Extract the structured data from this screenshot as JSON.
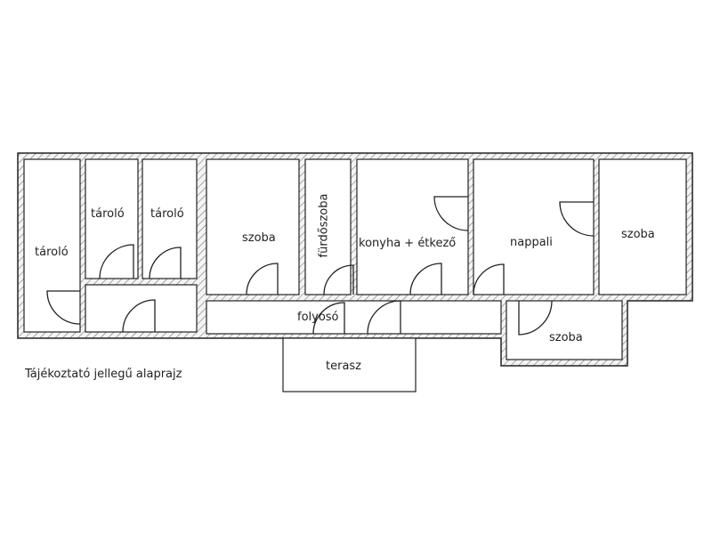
{
  "plan": {
    "caption": "Tájékoztató jellegű alaprajz",
    "rooms": {
      "storage_left": "tároló",
      "storage_mid1": "tároló",
      "storage_mid2": "tároló",
      "room_1": "szoba",
      "bathroom": "fürdőszoba",
      "kitchen_dining": "konyha + étkező",
      "living_room": "nappali",
      "room_right": "szoba",
      "corridor": "folyosó",
      "room_bottom": "szoba",
      "terrace": "terasz"
    }
  }
}
